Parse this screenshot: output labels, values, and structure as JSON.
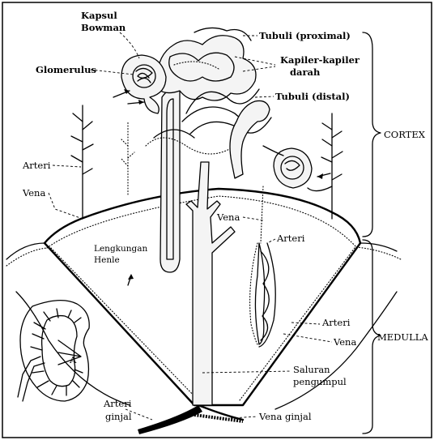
{
  "labels": {
    "kapsul_bowman_1": "Kapsul",
    "kapsul_bowman_2": "Bowman",
    "glomerulus": "Glomerulus",
    "tubuli_proximal": "Tubuli (proximal)",
    "kapiler_1": "Kapiler-kapiler",
    "kapiler_2": "darah",
    "tubuli_distal": "Tubuli (distal)",
    "cortex": "CORTEX",
    "arteri_left": "Arteri",
    "vena_left": "Vena",
    "vena_mid": "Vena",
    "arteri_mid": "Arteri",
    "henle_1": "Lengkungan",
    "henle_2": "Henle",
    "medulla": "MEDULLA",
    "arteri_right": "Arteri",
    "vena_right": "Vena",
    "saluran_1": "Saluran",
    "saluran_2": "pengumpul",
    "arteri_ginjal_1": "Arteri",
    "arteri_ginjal_2": "ginjal",
    "vena_ginjal": "Vena ginjal",
    "inset_a": "A"
  }
}
